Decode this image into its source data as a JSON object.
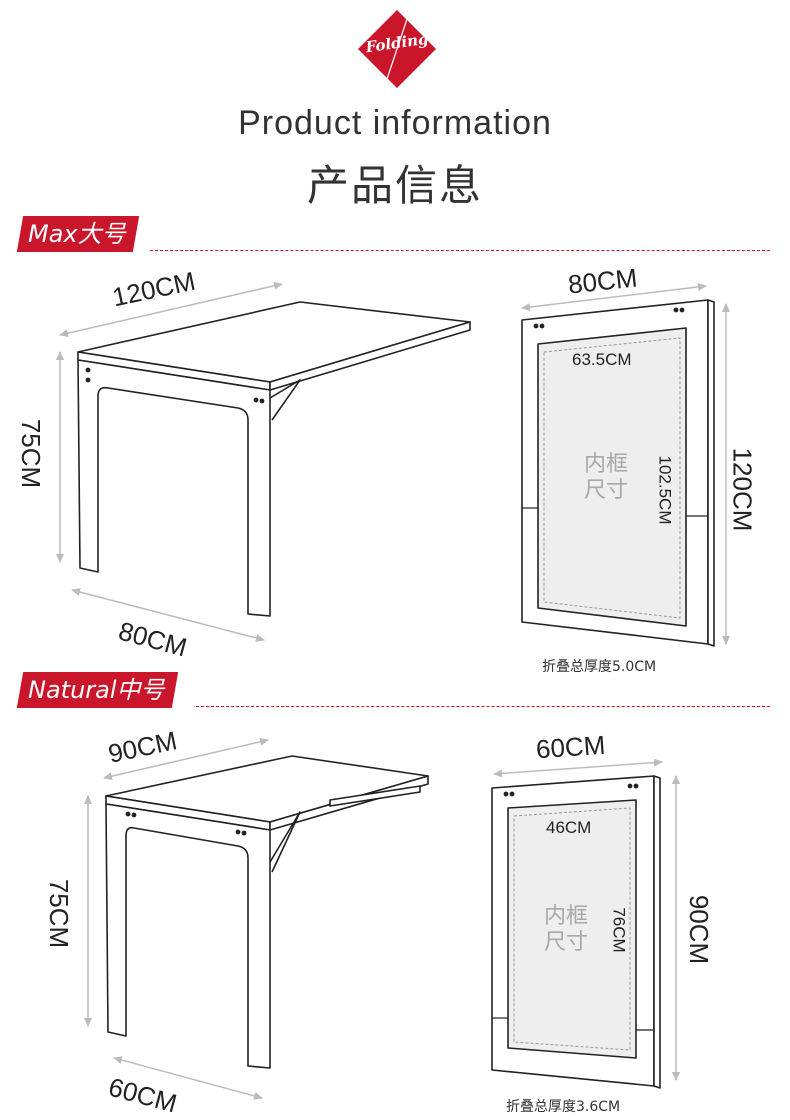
{
  "badge": {
    "text": "Folding",
    "color": "#c9162a"
  },
  "title": {
    "en": "Product information",
    "cn": "产品信息"
  },
  "sections": [
    {
      "label": "Max大号",
      "table": {
        "width": "120CM",
        "height": "75CM",
        "depth": "80CM"
      },
      "panel": {
        "width": "80CM",
        "height": "120CM",
        "inner_width": "63.5CM",
        "inner_height": "102.5CM",
        "inner_label_line1": "内框",
        "inner_label_line2": "尺寸",
        "thickness_note": "折叠总厚度5.0CM"
      }
    },
    {
      "label": "Natural中号",
      "table": {
        "width": "90CM",
        "height": "75CM",
        "depth": "60CM"
      },
      "panel": {
        "width": "60CM",
        "height": "90CM",
        "inner_width": "46CM",
        "inner_height": "76CM",
        "inner_label_line1": "内框",
        "inner_label_line2": "尺寸",
        "thickness_note": "折叠总厚度3.6CM"
      }
    }
  ]
}
